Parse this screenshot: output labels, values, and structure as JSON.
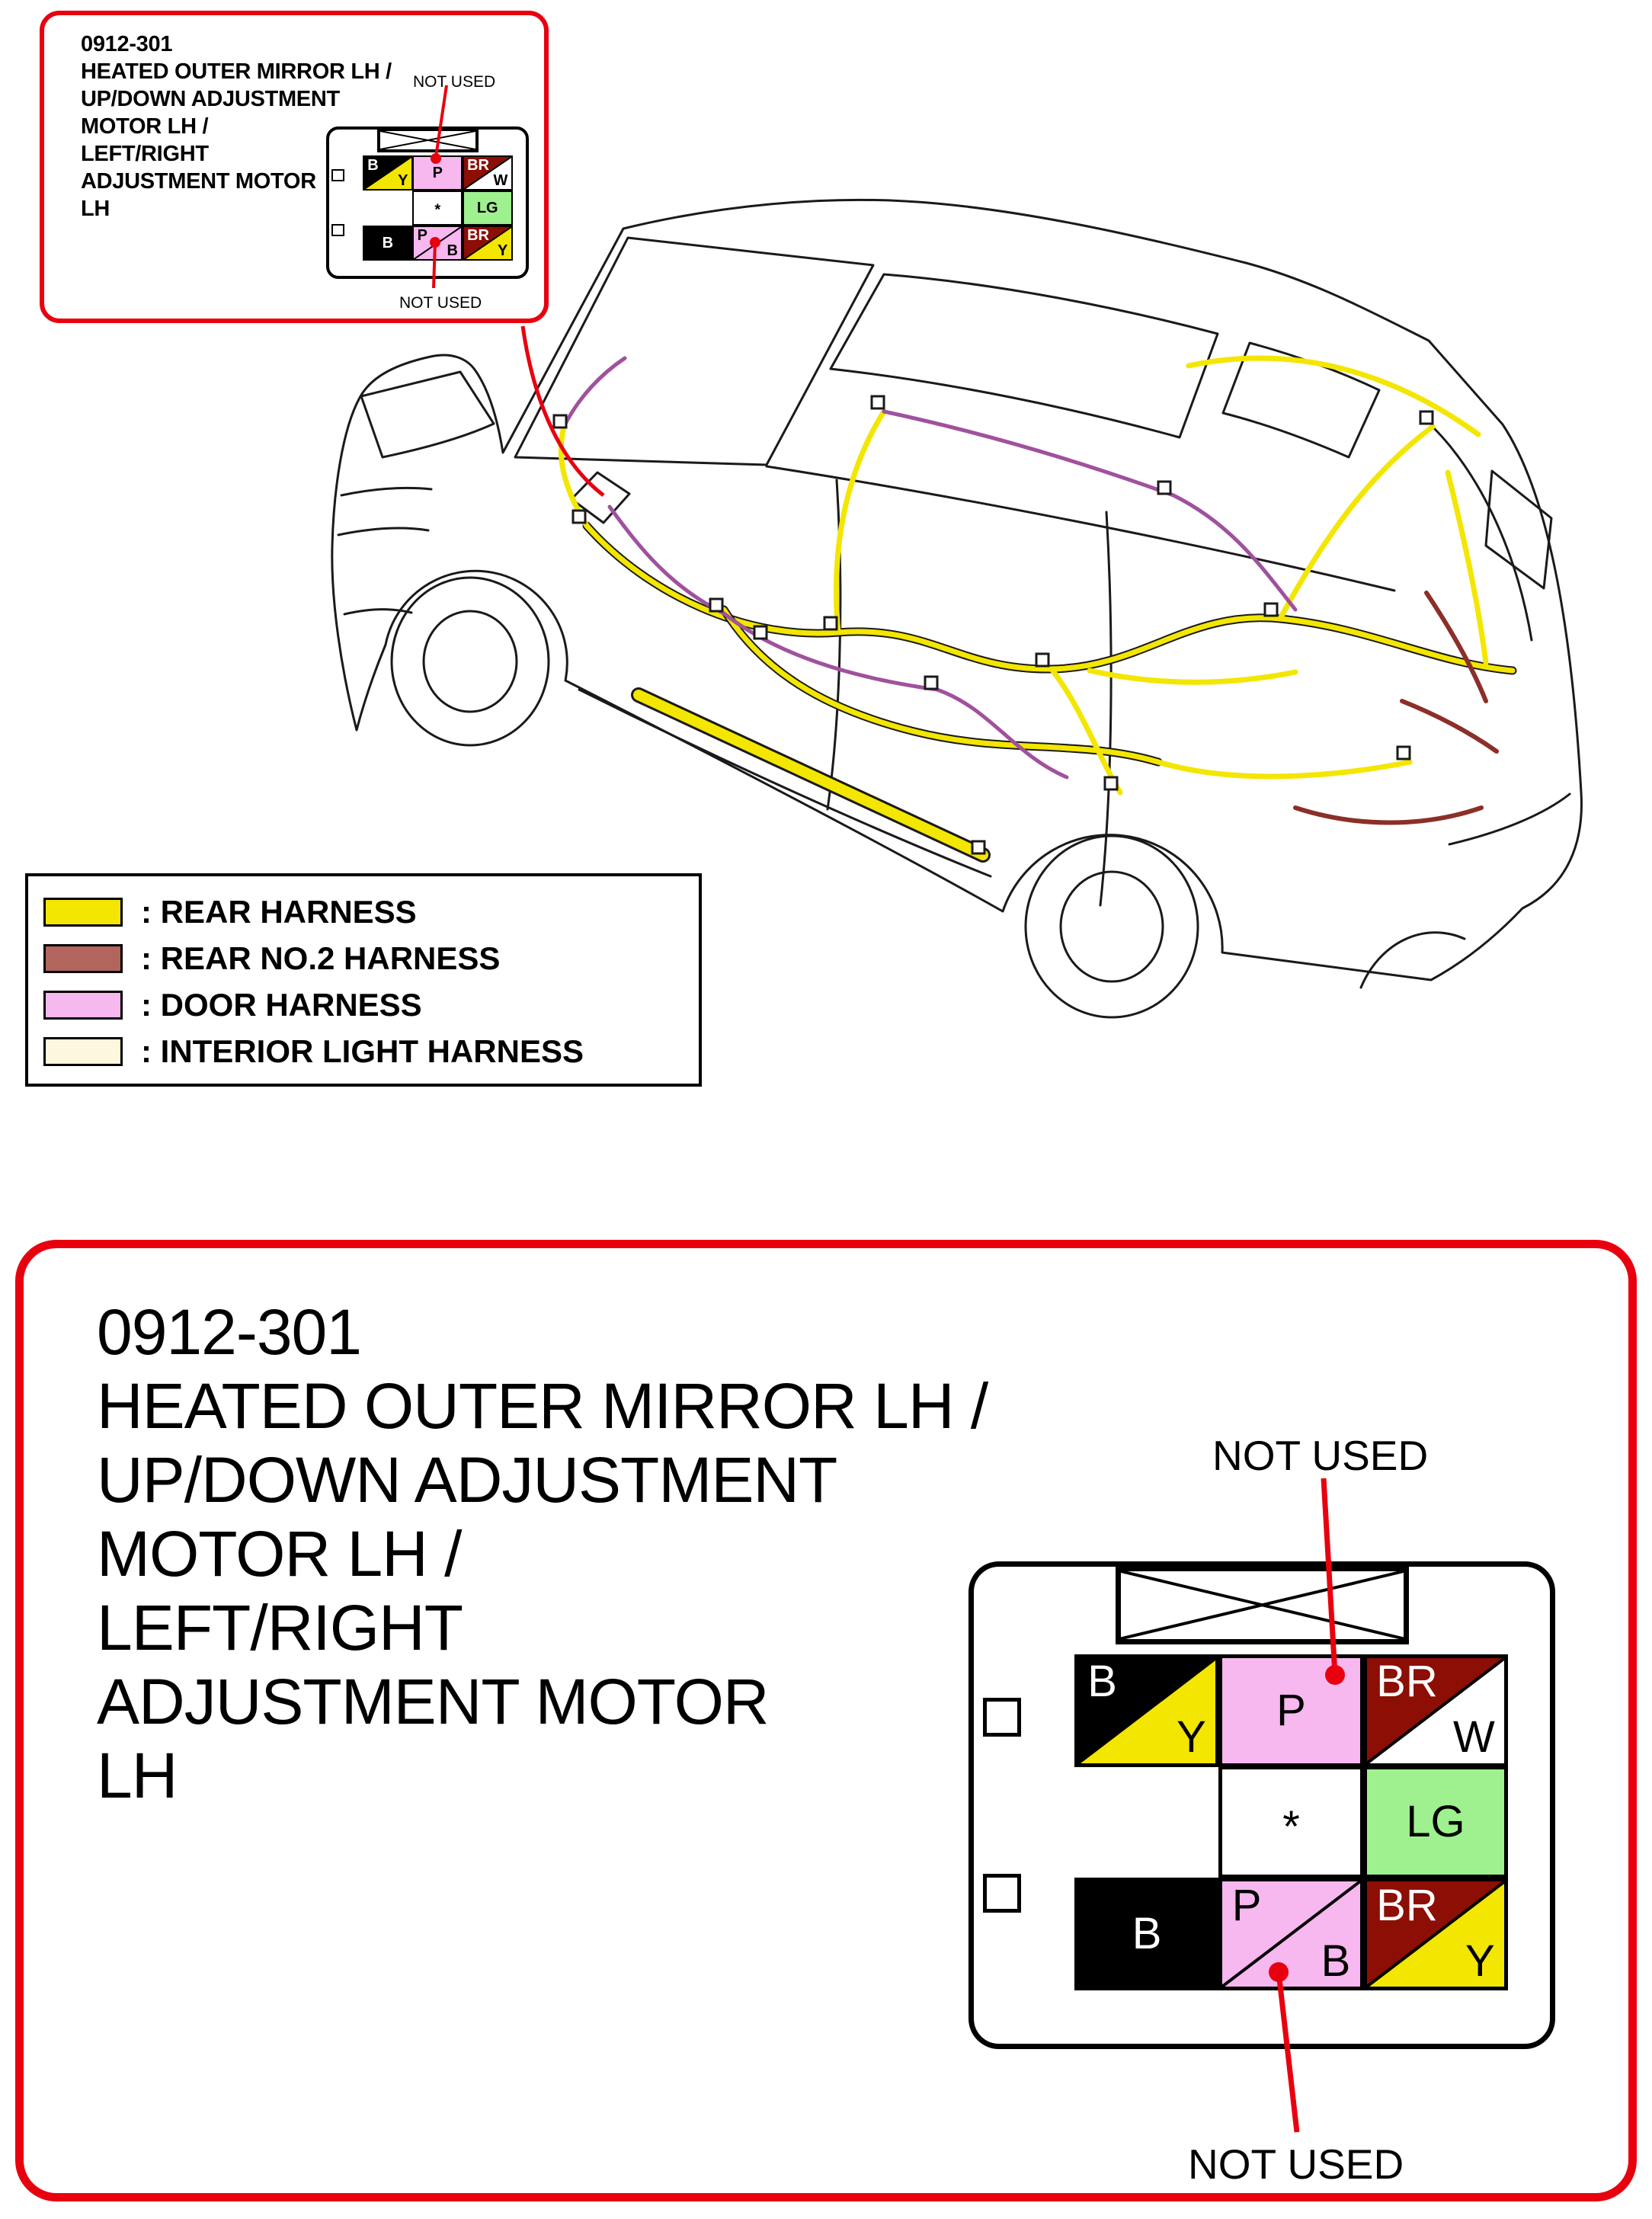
{
  "colors": {
    "accent_red": "#e8000f",
    "harness_yellow": "#f3e600",
    "harness_rear_no2": "#b2655c",
    "harness_door_pink": "#f7b7ef",
    "harness_interior_cream": "#fdf8dd",
    "wire_dark_red": "#8c0e04",
    "wire_light_green": "#9ff08f",
    "door_harness_line_purple": "#a0519d",
    "line_black": "#1a1a1a"
  },
  "callout_small": {
    "code": "0912-301",
    "title_lines": [
      "HEATED OUTER MIRROR LH /",
      "UP/DOWN ADJUSTMENT",
      "MOTOR LH /",
      "LEFT/RIGHT",
      "ADJUSTMENT MOTOR",
      "LH"
    ],
    "not_used_top": "NOT USED",
    "not_used_bottom": "NOT USED"
  },
  "legend": {
    "items": [
      {
        "label": ": REAR HARNESS",
        "color": "#f3e600"
      },
      {
        "label": ": REAR NO.2 HARNESS",
        "color": "#b2655c"
      },
      {
        "label": ": DOOR HARNESS",
        "color": "#f7b7ef"
      },
      {
        "label": ": INTERIOR LIGHT HARNESS",
        "color": "#fdf8dd"
      }
    ]
  },
  "callout_large": {
    "code": "0912-301",
    "title_lines": [
      "HEATED OUTER MIRROR LH /",
      "UP/DOWN ADJUSTMENT",
      "MOTOR LH /",
      "LEFT/RIGHT",
      "ADJUSTMENT MOTOR",
      "LH"
    ],
    "not_used_top": "NOT USED",
    "not_used_bottom": "NOT USED"
  },
  "connector_pinout": {
    "cells": {
      "r1c1": {
        "label1": "B",
        "label2": "Y"
      },
      "r1c2": {
        "label1": "P"
      },
      "r1c3": {
        "label1": "BR",
        "label2": "W"
      },
      "r2c2": {
        "label1": "*"
      },
      "r2c3": {
        "label1": "LG"
      },
      "r3c1": {
        "label1": "B"
      },
      "r3c2": {
        "label1": "P",
        "label2": "B"
      },
      "r3c3": {
        "label1": "BR",
        "label2": "Y"
      }
    }
  }
}
